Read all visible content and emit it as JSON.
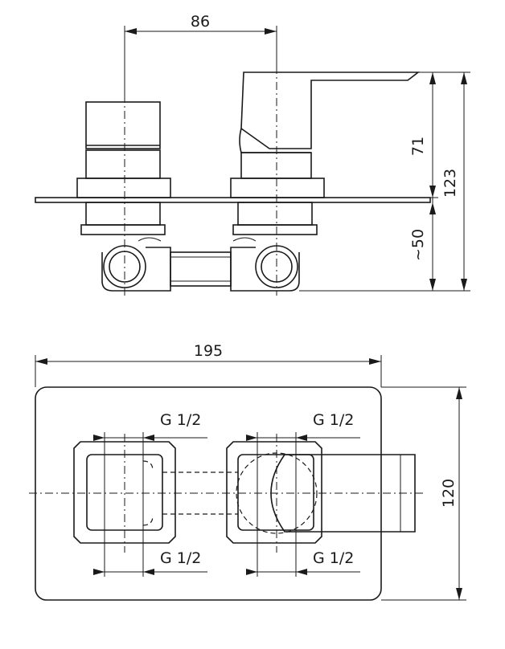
{
  "front_view": {
    "dim_spacing": "86",
    "dim_total_height": "123",
    "dim_upper_height": "71",
    "dim_lower_depth": "~50"
  },
  "top_view": {
    "dim_width": "195",
    "dim_height": "120",
    "thread_top_left": "G 1/2",
    "thread_top_right": "G 1/2",
    "thread_bottom_left": "G 1/2",
    "thread_bottom_right": "G 1/2"
  }
}
